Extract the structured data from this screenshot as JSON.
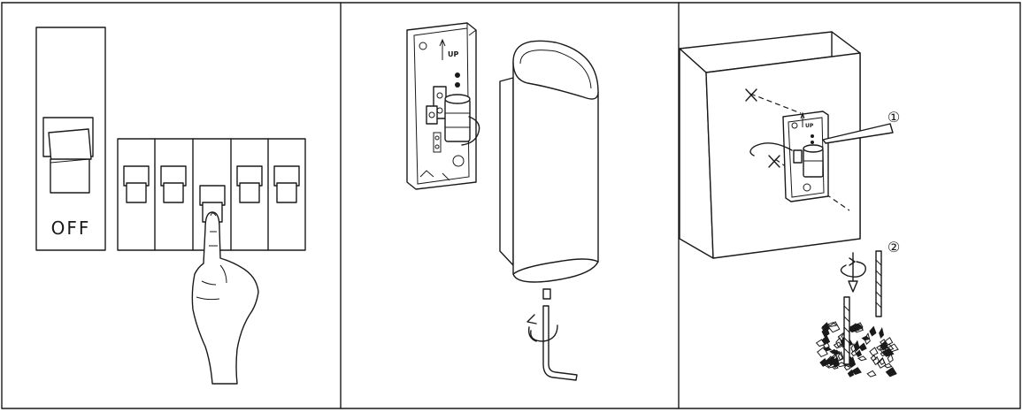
{
  "panels": [
    {
      "id": "panel-1",
      "switch_label": "OFF"
    },
    {
      "id": "panel-2",
      "bracket_label": "UP"
    },
    {
      "id": "panel-3",
      "bracket_label": "UP",
      "step_1": "①",
      "step_2": "②"
    }
  ]
}
